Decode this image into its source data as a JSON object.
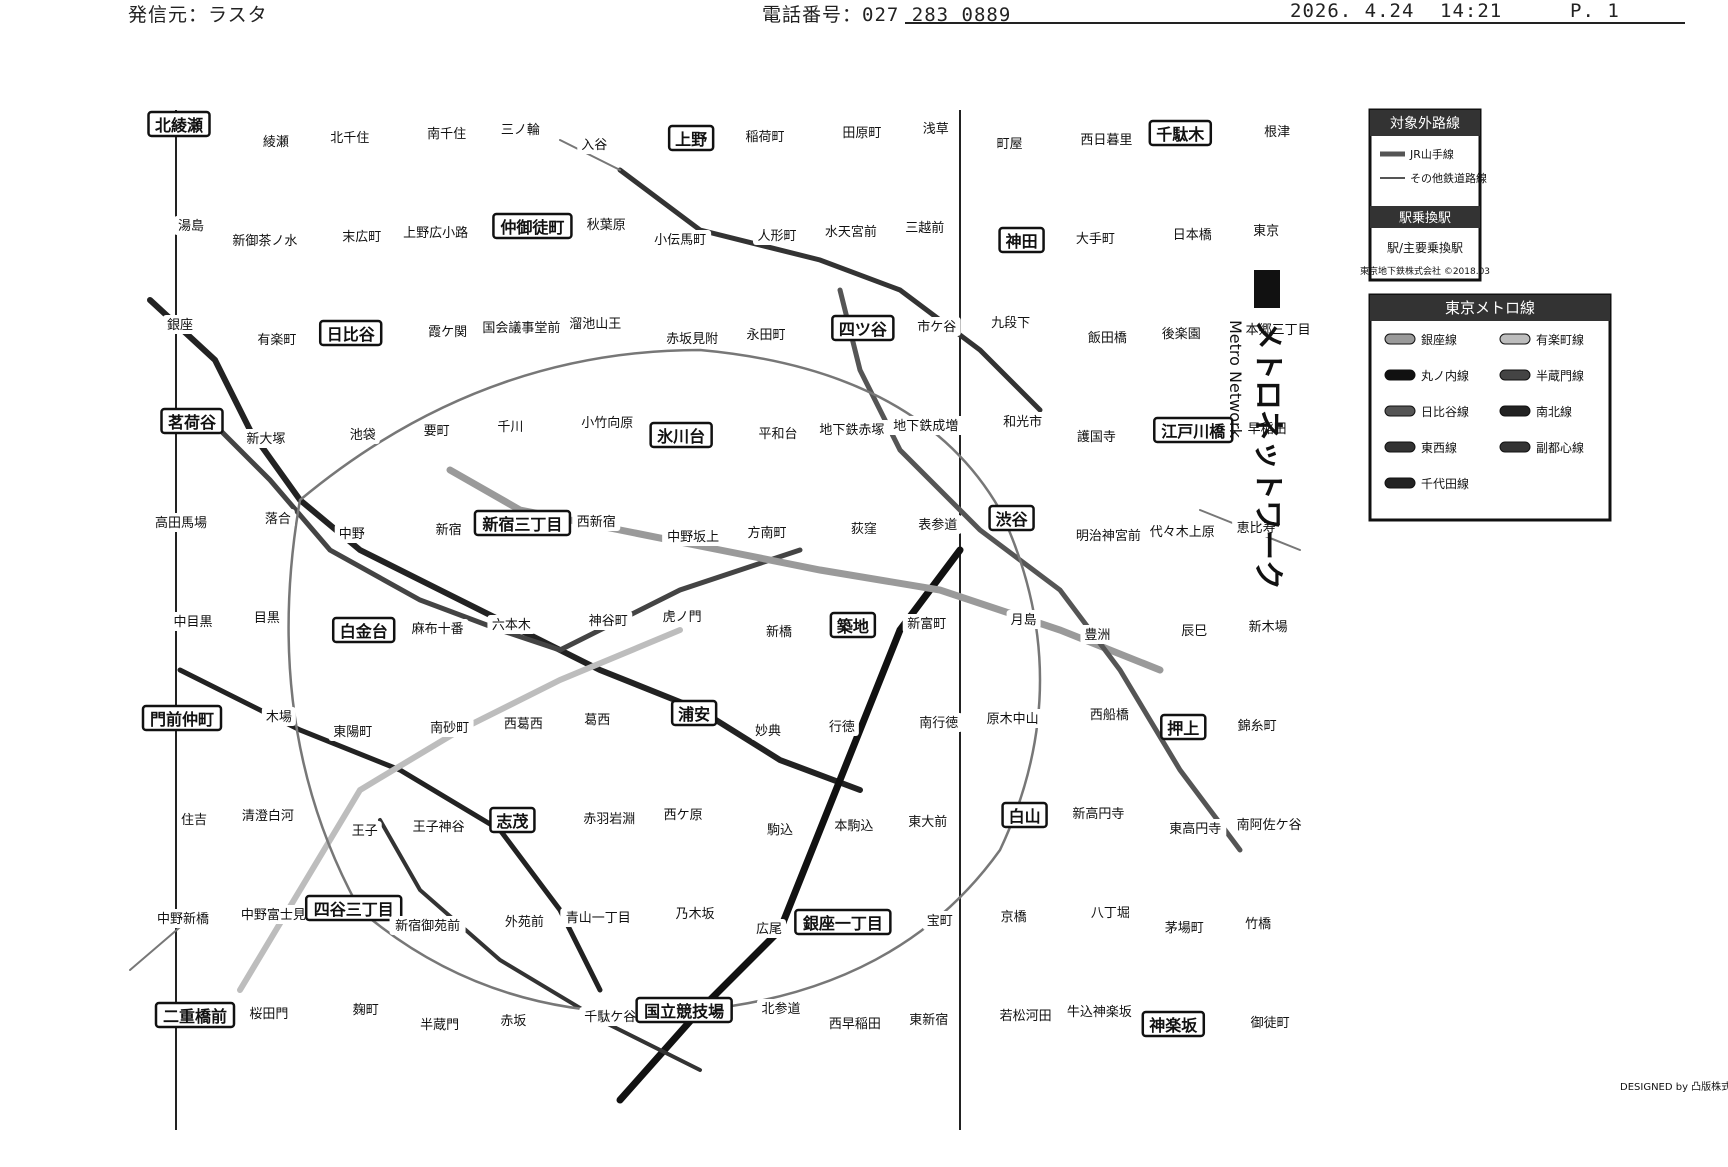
{
  "header": {
    "sender": "発信元：ラスタ",
    "phone": "電話番号：027 283 0889",
    "date": "2026. 4.24",
    "time": "14:21",
    "page": "P. 1"
  },
  "map": {
    "title_jp": "メトロネットワーク",
    "title_en": "Metro Network",
    "legend_metro_title": "東京メトロ線",
    "legend_metro_lines": [
      {
        "name": "銀座線",
        "color": "#9a9a9a"
      },
      {
        "name": "丸ノ内線",
        "color": "#111111"
      },
      {
        "name": "日比谷線",
        "color": "#555555"
      },
      {
        "name": "東西線",
        "color": "#333333"
      },
      {
        "name": "千代田線",
        "color": "#222222"
      },
      {
        "name": "有楽町線",
        "color": "#bdbdbd"
      },
      {
        "name": "半蔵門線",
        "color": "#444444"
      },
      {
        "name": "南北線",
        "color": "#222222"
      },
      {
        "name": "副都心線",
        "color": "#333333"
      }
    ],
    "legend_other_title": "対象外路線",
    "legend_other_lines": [
      "JR山手線",
      "その他鉄道路線"
    ],
    "legend_station_title": "駅乗換駅",
    "legend_station_note": "駅/主要乗換駅",
    "copyright": "東京地下鉄株式会社 ©2018.03",
    "credit": "DESIGNED by 凸版株式会社",
    "stations": [
      "北綾瀬",
      "綾瀬",
      "北千住",
      "南千住",
      "三ノ輪",
      "入谷",
      "上野",
      "稲荷町",
      "田原町",
      "浅草",
      "町屋",
      "西日暮里",
      "千駄木",
      "根津",
      "湯島",
      "新御茶ノ水",
      "末広町",
      "上野広小路",
      "仲御徒町",
      "秋葉原",
      "小伝馬町",
      "人形町",
      "水天宮前",
      "三越前",
      "神田",
      "大手町",
      "日本橋",
      "東京",
      "銀座",
      "有楽町",
      "日比谷",
      "霞ケ関",
      "国会議事堂前",
      "溜池山王",
      "赤坂見附",
      "永田町",
      "四ツ谷",
      "市ケ谷",
      "九段下",
      "飯田橋",
      "後楽園",
      "本郷三丁目",
      "茗荷谷",
      "新大塚",
      "池袋",
      "要町",
      "千川",
      "小竹向原",
      "氷川台",
      "平和台",
      "地下鉄赤塚",
      "地下鉄成増",
      "和光市",
      "護国寺",
      "江戸川橋",
      "早稲田",
      "高田馬場",
      "落合",
      "中野",
      "新宿",
      "新宿三丁目",
      "西新宿",
      "中野坂上",
      "方南町",
      "荻窪",
      "表参道",
      "渋谷",
      "明治神宮前",
      "代々木上原",
      "恵比寿",
      "中目黒",
      "目黒",
      "白金台",
      "麻布十番",
      "六本木",
      "神谷町",
      "虎ノ門",
      "新橋",
      "築地",
      "新富町",
      "月島",
      "豊洲",
      "辰巳",
      "新木場",
      "門前仲町",
      "木場",
      "東陽町",
      "南砂町",
      "西葛西",
      "葛西",
      "浦安",
      "妙典",
      "行徳",
      "南行徳",
      "原木中山",
      "西船橋",
      "押上",
      "錦糸町",
      "住吉",
      "清澄白河",
      "王子",
      "王子神谷",
      "志茂",
      "赤羽岩淵",
      "西ケ原",
      "駒込",
      "本駒込",
      "東大前",
      "白山",
      "新高円寺",
      "東高円寺",
      "南阿佐ケ谷",
      "中野新橋",
      "中野富士見町",
      "四谷三丁目",
      "新宿御苑前",
      "外苑前",
      "青山一丁目",
      "乃木坂",
      "広尾",
      "銀座一丁目",
      "宝町",
      "京橋",
      "八丁堀",
      "茅場町",
      "竹橋",
      "二重橋前",
      "桜田門",
      "麹町",
      "半蔵門",
      "赤坂",
      "千駄ケ谷",
      "国立競技場",
      "北参道",
      "西早稲田",
      "東新宿",
      "若松河田",
      "牛込神楽坂",
      "神楽坂",
      "御徒町"
    ]
  }
}
